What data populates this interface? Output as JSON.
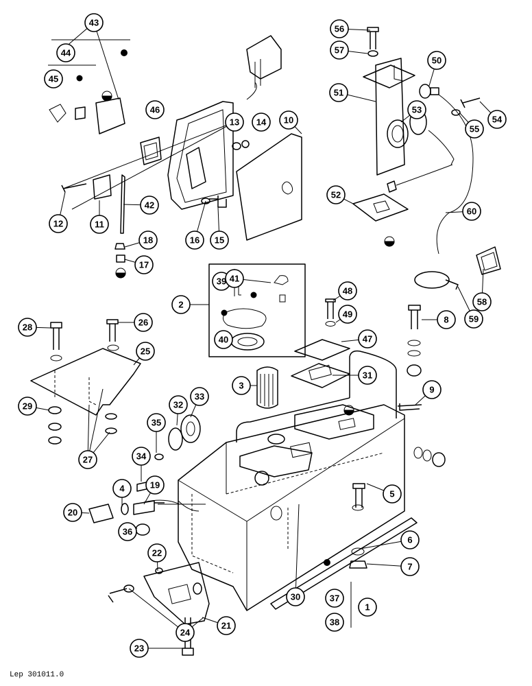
{
  "drawing_ref": "Lep 301011.0",
  "callouts": [
    "1",
    "2",
    "3",
    "4",
    "5",
    "6",
    "7",
    "8",
    "9",
    "10",
    "11",
    "12",
    "13",
    "14",
    "15",
    "16",
    "17",
    "18",
    "19",
    "20",
    "21",
    "22",
    "23",
    "24",
    "25",
    "26",
    "27",
    "28",
    "29",
    "30",
    "31",
    "32",
    "33",
    "34",
    "35",
    "36",
    "37",
    "38",
    "39",
    "40",
    "41",
    "42",
    "43",
    "44",
    "45",
    "46",
    "47",
    "48",
    "49",
    "50",
    "51",
    "52",
    "53",
    "54",
    "55",
    "56",
    "57",
    "58",
    "59",
    "60"
  ]
}
